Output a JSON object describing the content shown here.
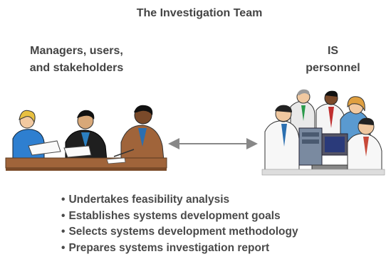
{
  "title": "The Investigation Team",
  "left_group": {
    "label": "Managers, users, and stakeholders"
  },
  "right_group": {
    "label": "IS personnel"
  },
  "tasks": [
    "Undertakes feasibility analysis",
    "Establishes systems development goals",
    "Selects systems development methodology",
    "Prepares systems investigation report"
  ],
  "colors": {
    "text": "#4a4a4a",
    "desk": "#a0643a",
    "arrow": "#888888"
  }
}
